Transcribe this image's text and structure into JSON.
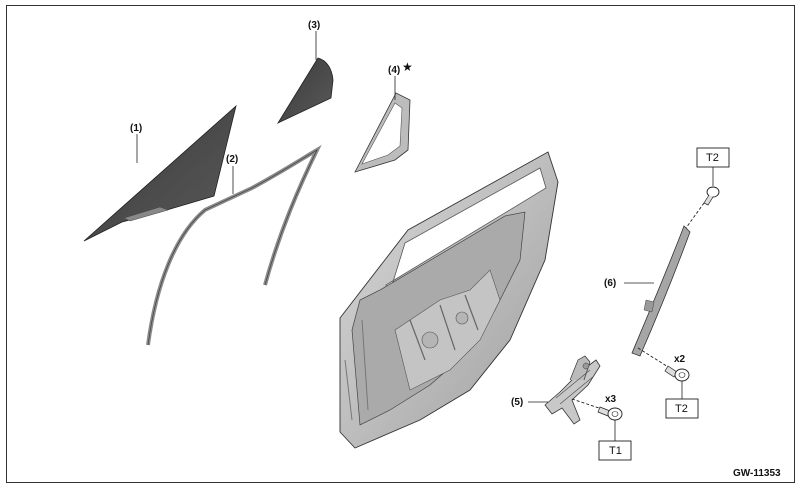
{
  "labels": {
    "p1": "(1)",
    "p2": "(2)",
    "p3": "(3)",
    "p4": "(4)",
    "p4_mark": "★",
    "p5": "(5)",
    "p6": "(6)"
  },
  "quantities": {
    "x3": "x3",
    "x2": "x2"
  },
  "torque_boxes": {
    "t2_top": "T2",
    "t2_bottom": "T2",
    "t1": "T1"
  },
  "figure_code": "GW-11353"
}
